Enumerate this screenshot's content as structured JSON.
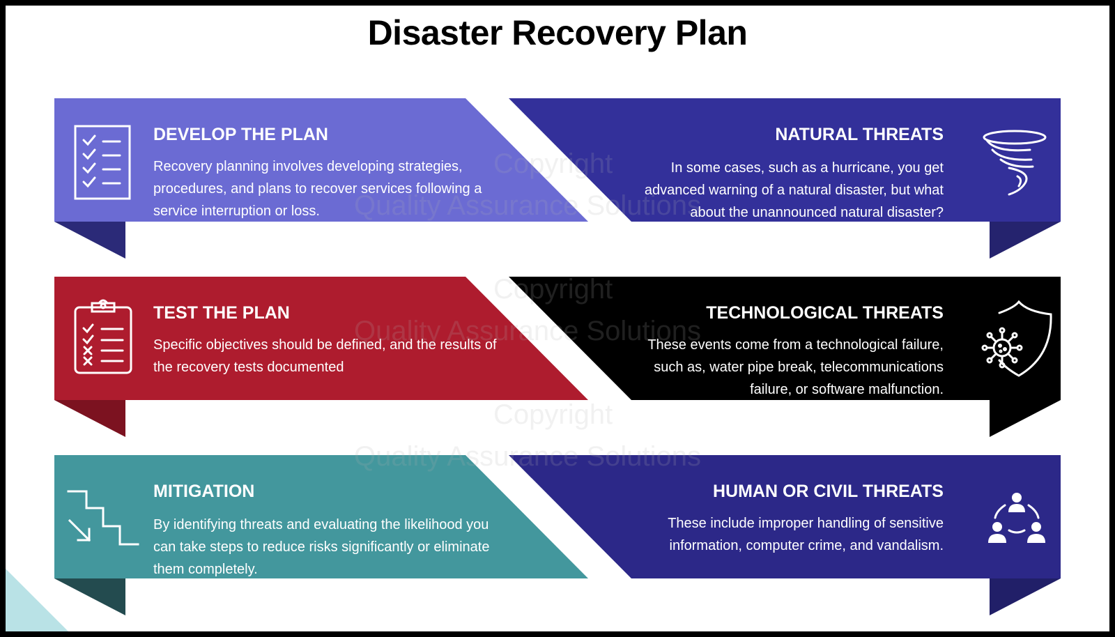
{
  "title": "Disaster Recovery Plan",
  "rows": [
    {
      "left": {
        "heading": "DEVELOP THE PLAN",
        "text": "Recovery planning involves developing strategies, procedures, and plans to recover services following a service interruption or loss.",
        "icon": "checklist-icon",
        "color": "#6b6bd3",
        "fold_color": "#2b2a78"
      },
      "right": {
        "heading": "NATURAL THREATS",
        "text": "In some cases, such as a hurricane, you get advanced warning of a natural disaster, but what about the unannounced natural disaster?",
        "icon": "tornado-icon",
        "color": "#33309a",
        "fold_color": "#25236e"
      }
    },
    {
      "left": {
        "heading": "TEST THE PLAN",
        "text": "Specific objectives should be defined, and the results of the recovery tests documented",
        "icon": "clipboard-icon",
        "color": "#ae1c2e",
        "fold_color": "#7c1220"
      },
      "right": {
        "heading": "TECHNOLOGICAL THREATS",
        "text": "These events come from a technological failure, such as, water pipe break, telecommunications failure, or software malfunction.",
        "icon": "shield-virus-icon",
        "color": "#000000",
        "fold_color": "#000000"
      }
    },
    {
      "left": {
        "heading": "MITIGATION",
        "text": "By identifying threats and evaluating the likelihood you  can take steps to reduce risks significantly or eliminate them completely.",
        "icon": "stairs-down-icon",
        "color": "#43979d",
        "fold_color": "#234b4f"
      },
      "right": {
        "heading": "HUMAN OR CIVIL THREATS",
        "text": "These include improper handling of sensitive information, computer crime, and vandalism.",
        "icon": "group-people-icon",
        "color": "#2c2888",
        "fold_color": "#211f68"
      }
    }
  ],
  "watermark": [
    "Copyright",
    "Quality Assurance Solutions"
  ],
  "accent_corner": "#b9e2e6"
}
